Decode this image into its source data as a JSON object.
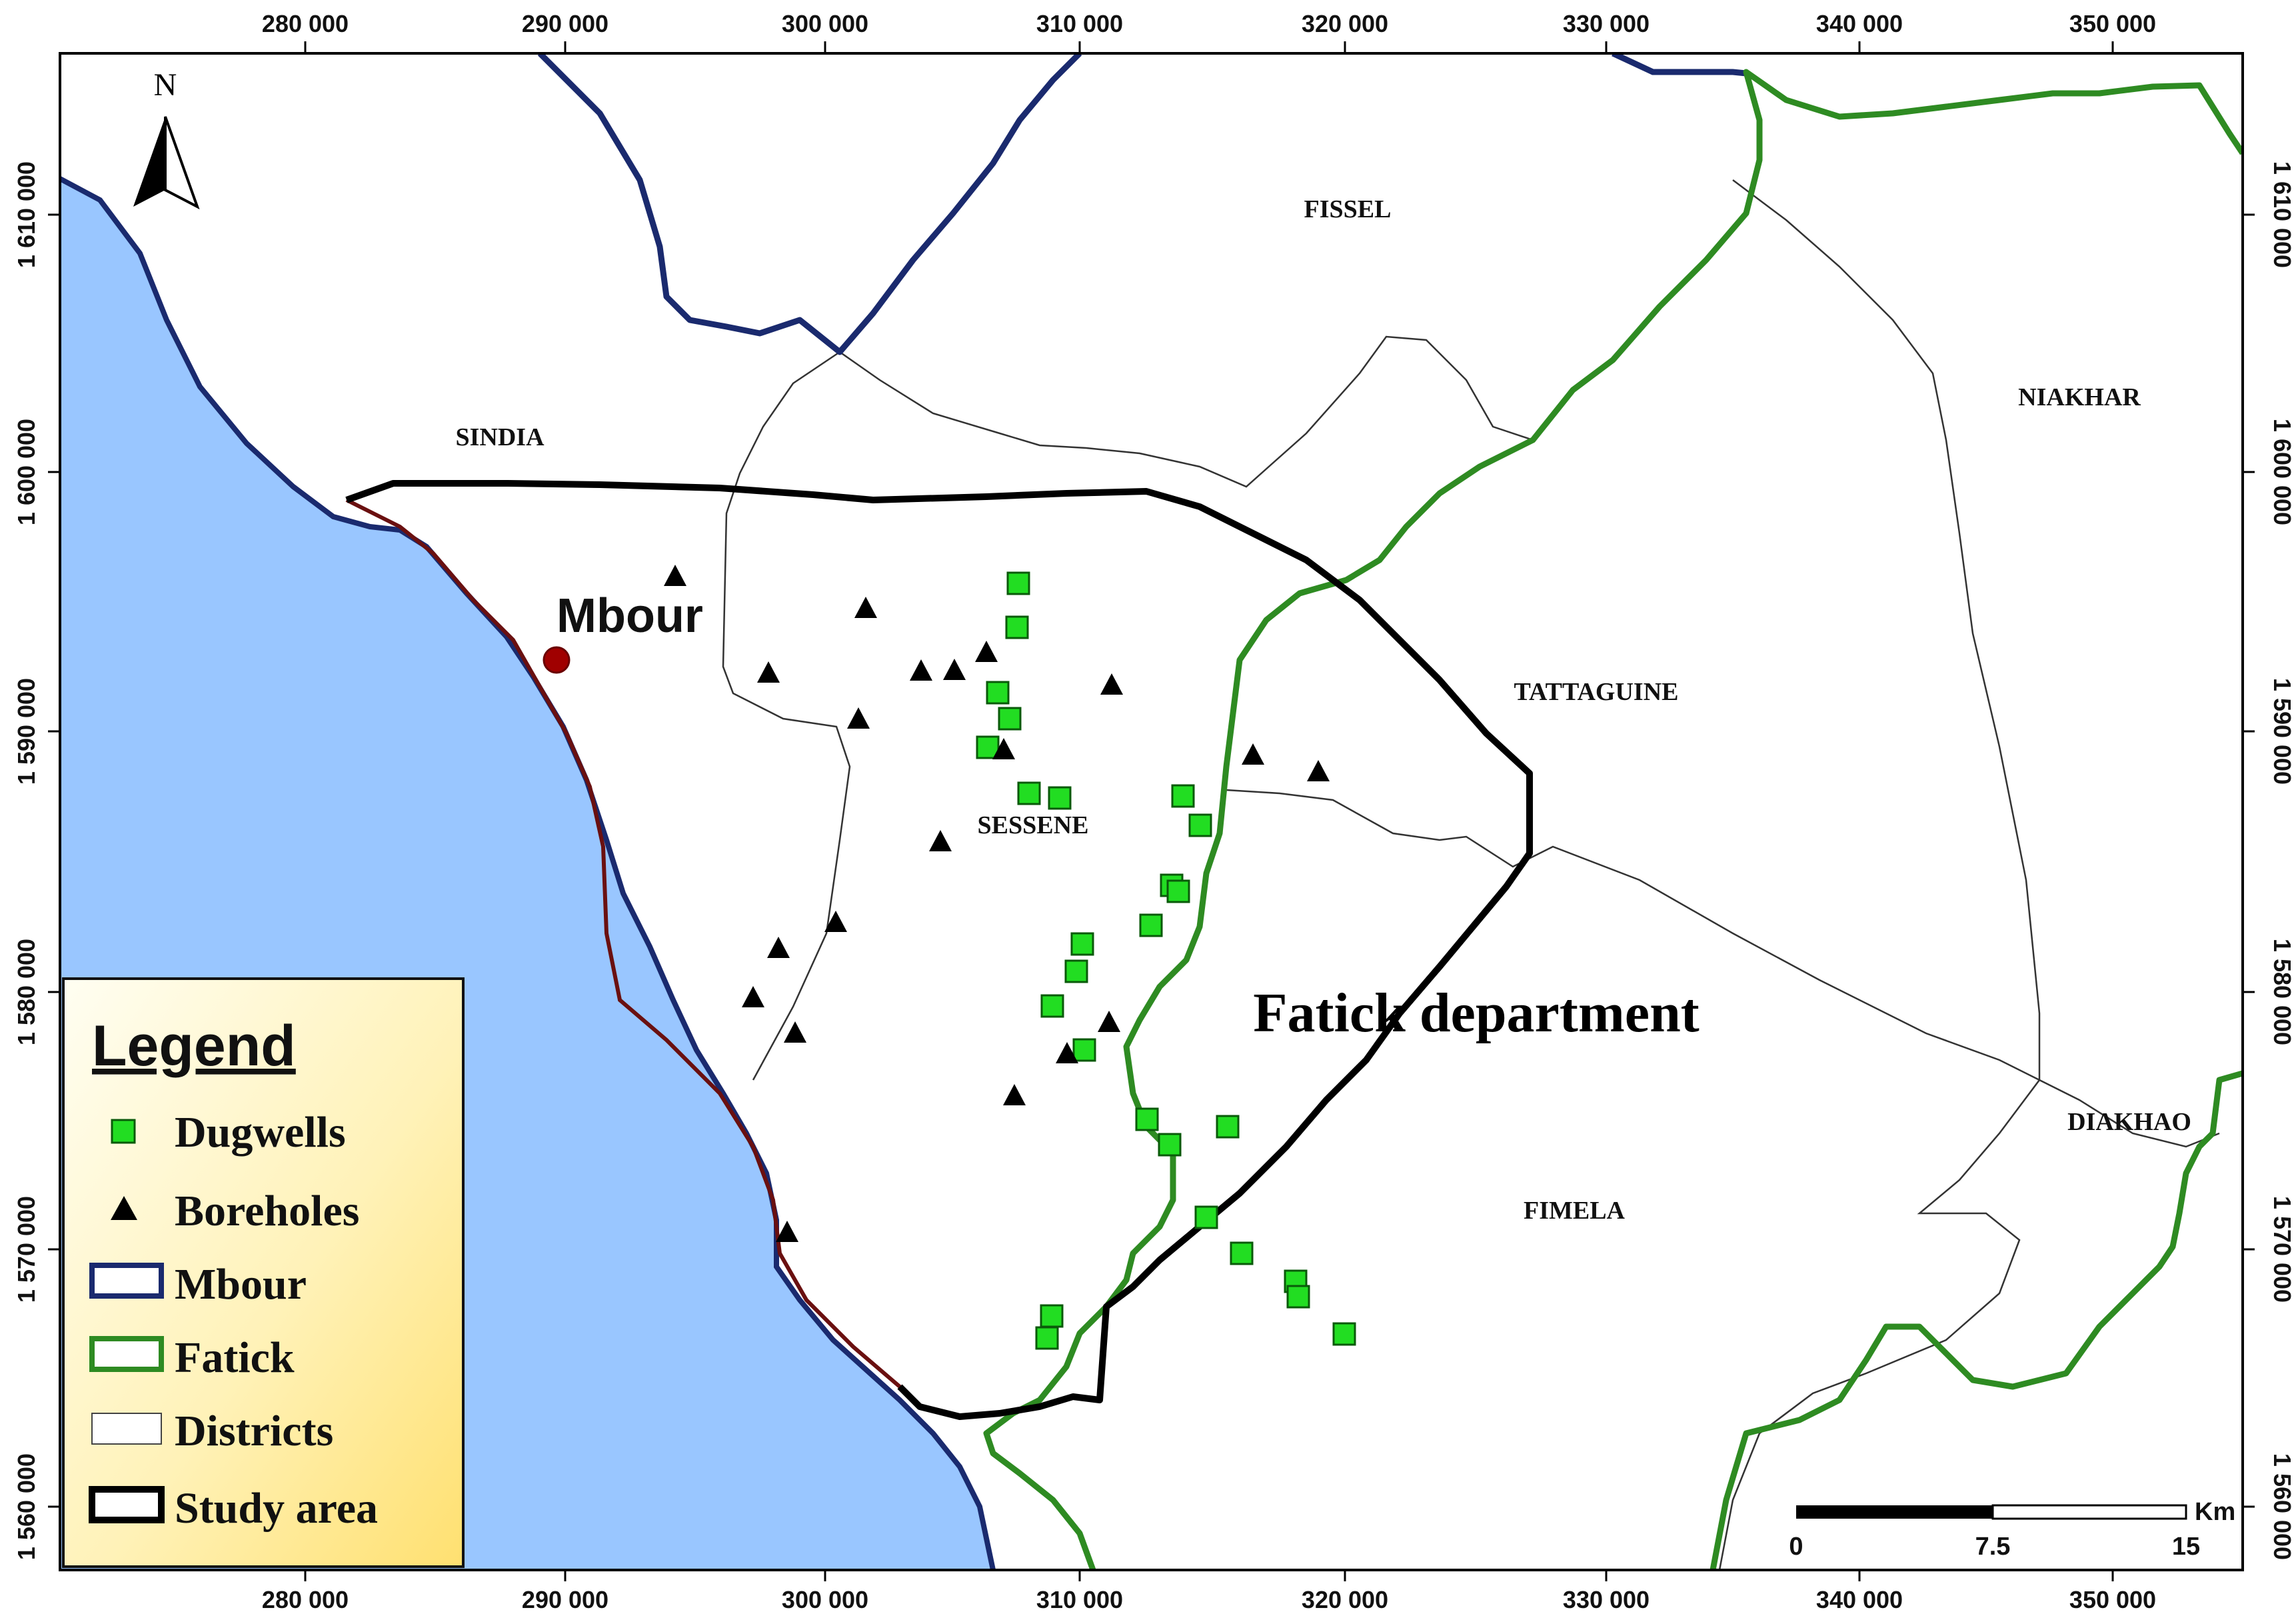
{
  "map": {
    "north_label": "N",
    "colors": {
      "sea": "#99c6ff",
      "mbour_boundary": "#1a2a6e",
      "fatick_boundary": "#2e8b22",
      "study_area": "#000000",
      "district_line": "#333333",
      "dugwell": "#22dd22",
      "borehole": "#000000",
      "city": "#a00000",
      "coast_inner": "#6a1010"
    },
    "x_ticks": [
      "280 000",
      "290 000",
      "300 000",
      "310 000",
      "320 000",
      "330 000",
      "340 000",
      "350 000"
    ],
    "y_ticks": [
      "1 610 000",
      "1 600 000",
      "1 590 000",
      "1 580 000",
      "1 570 000",
      "1 560 000"
    ],
    "districts": [
      "FISSEL",
      "SINDIA",
      "NIAKHAR",
      "TATTAGUINE",
      "SESSENE",
      "DIAKHAO",
      "FIMELA"
    ],
    "city": {
      "name": "Mbour"
    },
    "department_label": "Fatick department",
    "legend": {
      "title": "Legend",
      "items": [
        "Dugwells",
        "Boreholes",
        "Mbour",
        "Fatick",
        "Districts",
        "Study area"
      ]
    },
    "scale_bar": {
      "labels": [
        "0",
        "7.5",
        "15"
      ],
      "unit": "Km"
    },
    "dugwells": [
      [
        1528,
        875
      ],
      [
        1526,
        941
      ],
      [
        1497,
        1039
      ],
      [
        1515,
        1078
      ],
      [
        1482,
        1121
      ],
      [
        1544,
        1190
      ],
      [
        1590,
        1197
      ],
      [
        1775,
        1194
      ],
      [
        1801,
        1238
      ],
      [
        1758,
        1328
      ],
      [
        1768,
        1337
      ],
      [
        1727,
        1388
      ],
      [
        1624,
        1416
      ],
      [
        1615,
        1457
      ],
      [
        1579,
        1509
      ],
      [
        1627,
        1575
      ],
      [
        1721,
        1679
      ],
      [
        1842,
        1690
      ],
      [
        1755,
        1717
      ],
      [
        1810,
        1826
      ],
      [
        1863,
        1880
      ],
      [
        1944,
        1922
      ],
      [
        1948,
        1945
      ],
      [
        1578,
        1974
      ],
      [
        1571,
        2007
      ],
      [
        2017,
        2001
      ]
    ],
    "boreholes": [
      [
        1013,
        864
      ],
      [
        1299,
        912
      ],
      [
        1153,
        1009
      ],
      [
        1288,
        1078
      ],
      [
        1382,
        1006
      ],
      [
        1432,
        1005
      ],
      [
        1480,
        978
      ],
      [
        1668,
        1027
      ],
      [
        1506,
        1124
      ],
      [
        1880,
        1132
      ],
      [
        1978,
        1157
      ],
      [
        1411,
        1262
      ],
      [
        1254,
        1383
      ],
      [
        1168,
        1422
      ],
      [
        1130,
        1496
      ],
      [
        1193,
        1549
      ],
      [
        1664,
        1533
      ],
      [
        1601,
        1580
      ],
      [
        1522,
        1643
      ],
      [
        1181,
        1848
      ]
    ]
  }
}
